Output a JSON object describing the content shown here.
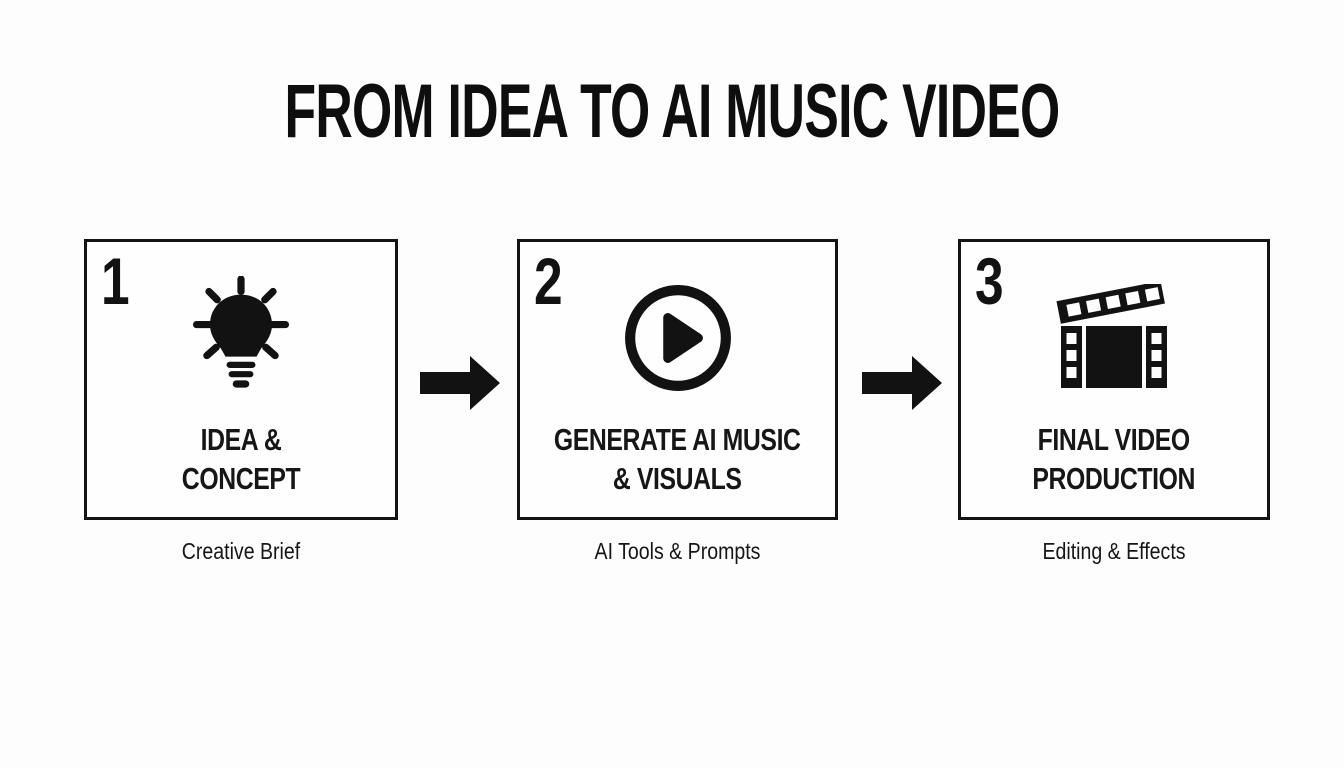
{
  "title": "FROM IDEA TO AI MUSIC VIDEO",
  "colors": {
    "background": "#fdfdfe",
    "foreground": "#111111",
    "box_border": "#141414"
  },
  "steps": [
    {
      "number": "1",
      "icon": "lightbulb-icon",
      "label_line1": "IDEA &",
      "label_line2": "CONCEPT",
      "caption": "Creative Brief"
    },
    {
      "number": "2",
      "icon": "play-icon",
      "label_line1": "GENERATE AI MUSIC",
      "label_line2": "& VISUALS",
      "caption": "AI Tools & Prompts"
    },
    {
      "number": "3",
      "icon": "clapperboard-icon",
      "label_line1": "FINAL VIDEO",
      "label_line2": "PRODUCTION",
      "caption": "Editing & Effects"
    }
  ],
  "arrows": [
    {
      "icon": "right-arrow-icon"
    },
    {
      "icon": "right-arrow-icon"
    }
  ]
}
